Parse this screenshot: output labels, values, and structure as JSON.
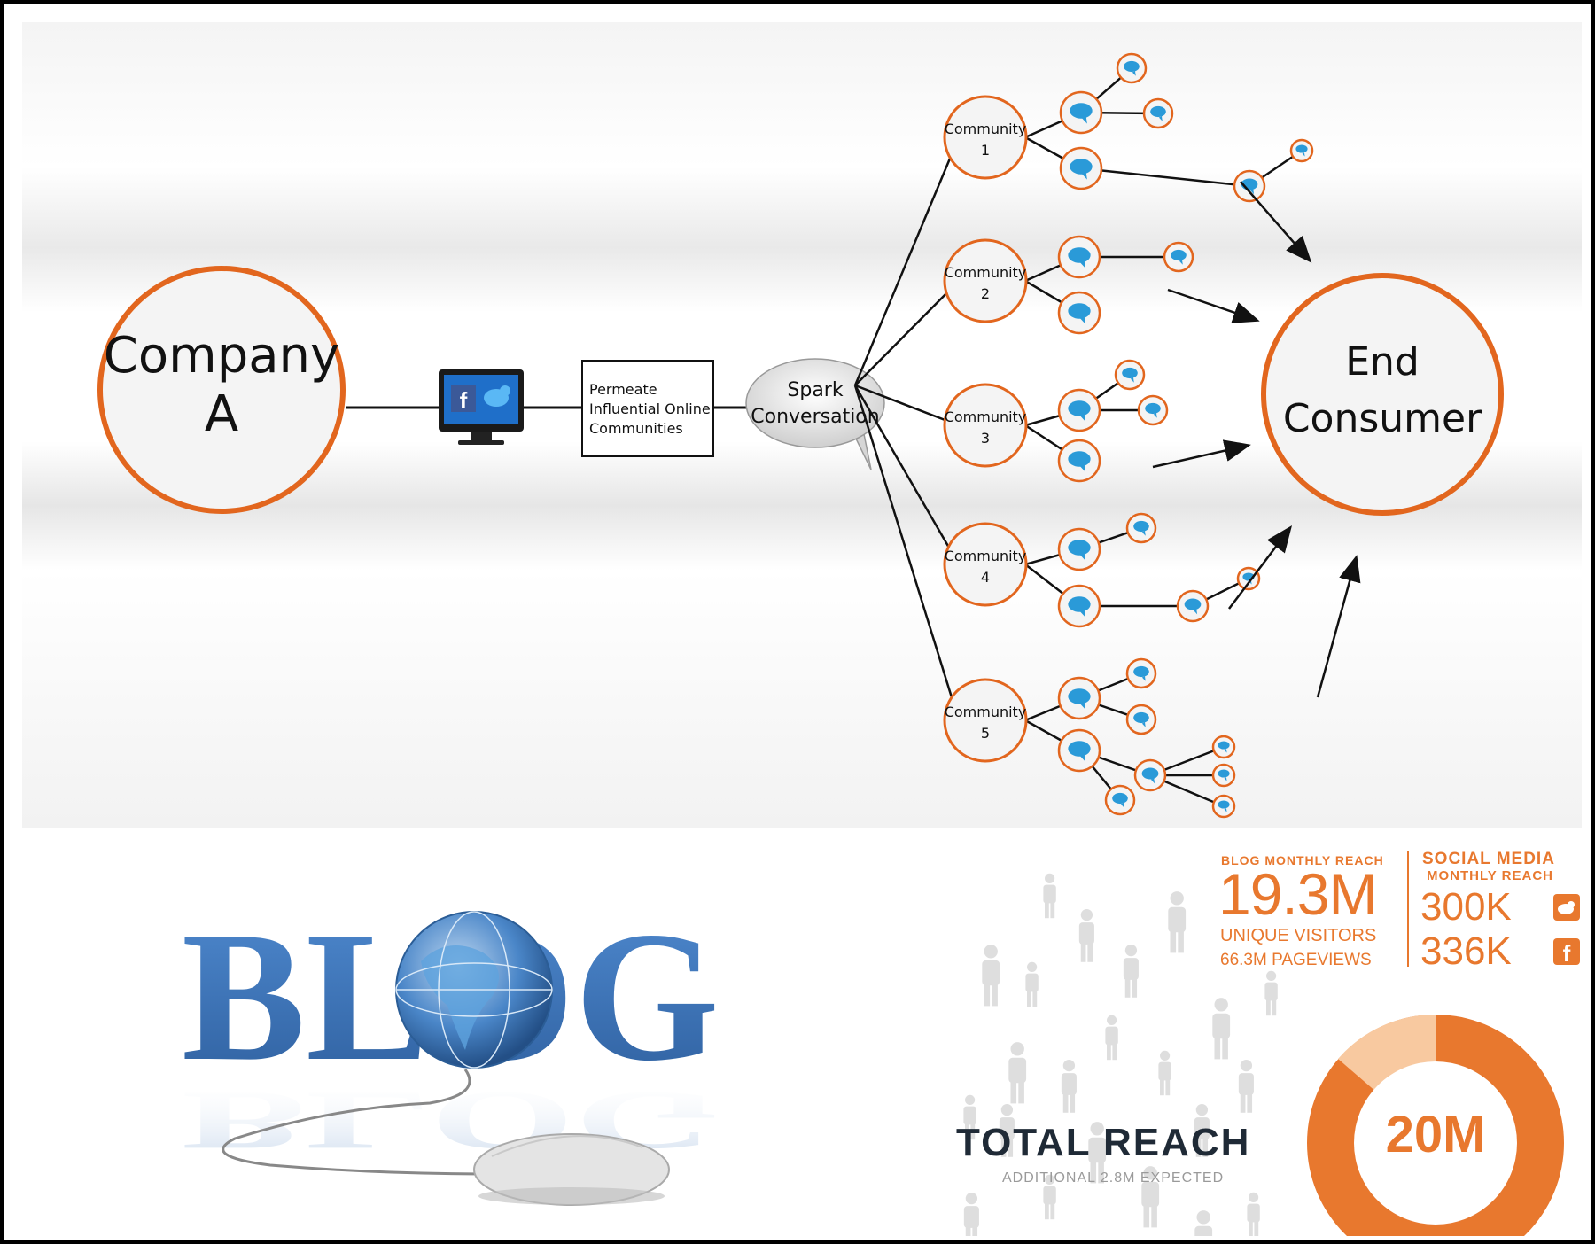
{
  "diagram": {
    "source_node": "Company A",
    "channel_icons": [
      "facebook-icon",
      "twitter-icon"
    ],
    "step_box": "Permeate Influential Online Communities",
    "bubble": "Spark Conversation",
    "communities": [
      {
        "label": "Community",
        "number": "1"
      },
      {
        "label": "Community",
        "number": "2"
      },
      {
        "label": "Community",
        "number": "3"
      },
      {
        "label": "Community",
        "number": "4"
      },
      {
        "label": "Community",
        "number": "5"
      }
    ],
    "target_node": "End Consumer"
  },
  "blog": {
    "word": "BLOG"
  },
  "reach": {
    "blog_monthly_reach_label": "BLOG MONTHLY REACH",
    "blog_unique_visitors_value": "19.3M",
    "blog_unique_visitors_label": "UNIQUE VISITORS",
    "blog_pageviews": "66.3M PAGEVIEWS",
    "social_label_line1": "SOCIAL MEDIA",
    "social_label_line2": "MONTHLY REACH",
    "twitter_value": "300K",
    "facebook_value": "336K",
    "total_reach_label": "TOTAL REACH",
    "total_reach_value": "20M",
    "additional_note": "ADDITIONAL 2.8M EXPECTED"
  },
  "colors": {
    "accent_orange": "#e8782e",
    "light_orange": "#f8c9a0",
    "bubble_blue": "#2a9ad8",
    "blog_blue": "#3a73b9"
  }
}
